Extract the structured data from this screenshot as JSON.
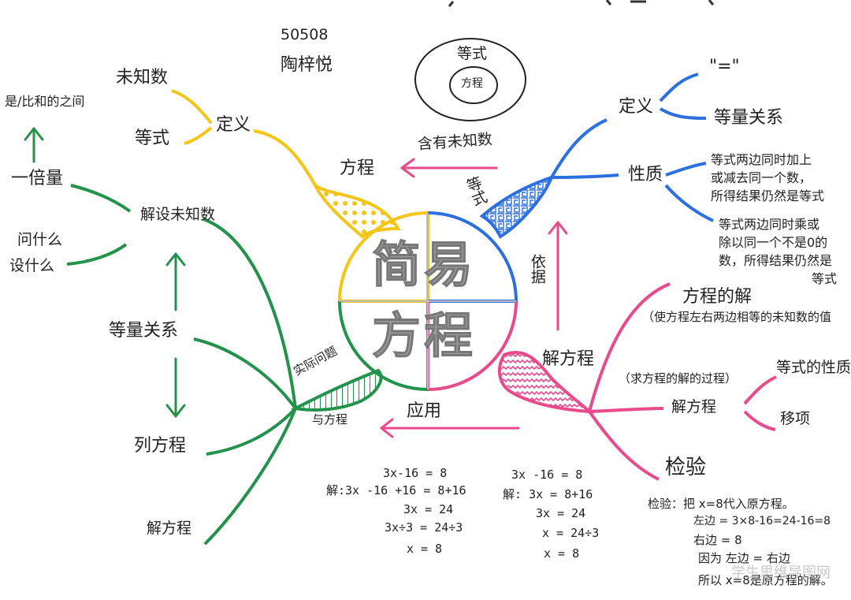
{
  "header": {
    "id": "50508",
    "author": "陶梓悦"
  },
  "center": {
    "line1": "简易",
    "line2": "方程"
  },
  "nested": {
    "outer": "等式",
    "inner": "方程"
  },
  "yellow": {
    "title": "方程",
    "definition": "定义",
    "unknown": "未知数",
    "equation": "等式"
  },
  "top_arrow": "含有未知数",
  "blue": {
    "connector": "等式",
    "definition": "定义",
    "def_items": [
      "\"=\"",
      "等量关系"
    ],
    "property": "性质",
    "prop_1": [
      "等式两边同时加上",
      "或减去同一个数，",
      "所得结果仍然是等式"
    ],
    "prop_2": [
      "等式两边同时乘或",
      "除以同一个不是0的",
      "数，所得结果仍然是",
      "等式"
    ]
  },
  "basis": "依据",
  "pink": {
    "title": "解方程",
    "solution": "方程的解",
    "solution_note": "（使方程左右两边相等的未知数的值",
    "process_note": "（求方程的解的过程）",
    "solve": "解方程",
    "solve_items": [
      "等式的性质",
      "移项"
    ],
    "check": "检验",
    "check_lines": [
      "检验：把 x=8代入原方程。",
      "左边 = 3×8-16=24-16=8",
      "右边 = 8",
      "因为 左边 = 右边",
      "所以 x=8是原方程的解。"
    ]
  },
  "apply_arrow": "应用",
  "green": {
    "connector_1": "实际问题",
    "connector_2": "与方程",
    "assume": "解设未知数",
    "times": "一倍量",
    "between": "是/比和的之间",
    "ask": [
      "问什么",
      "设什么"
    ],
    "relation": "等量关系",
    "list": "列方程",
    "solve": "解方程"
  },
  "example_1": [
    "3x-16 = 8",
    "解:3x -16 +16 = 8+16",
    "3x = 24",
    "3x÷3 = 24÷3",
    "x = 8"
  ],
  "example_2": [
    "3x -16 = 8",
    "解:  3x = 8+16",
    "3x = 24",
    "x = 24÷3",
    "x = 8"
  ],
  "watermark": "学生思维导图网",
  "colors": {
    "yellow": "#f5c518",
    "blue": "#2b6fe0",
    "pink": "#e84a8c",
    "green": "#23924a",
    "gray": "#9a9a9a"
  }
}
